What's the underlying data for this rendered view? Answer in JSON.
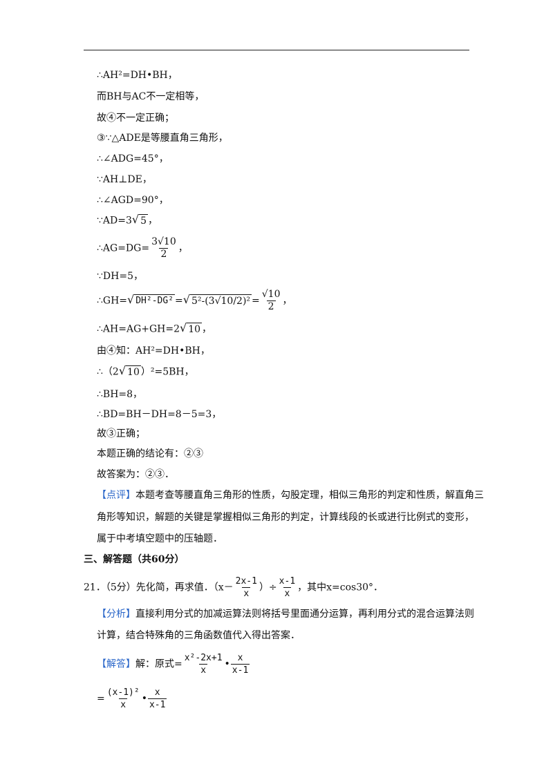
{
  "lines": {
    "l1": "∴AH²=DH•BH，",
    "l2": "而BH与AC不一定相等，",
    "l3_a": "故",
    "l3_c": "④",
    "l3_b": "不一定正确；",
    "l4_c": "③",
    "l4_b": "∵△ADE是等腰直角三角形，",
    "l5": "∴∠ADG=45°，",
    "l6": "∵AH⊥DE，",
    "l7": "∴∠AGD=90°，",
    "l8_a": "∵AD=3",
    "l8_r": "5",
    "l8_b": "，",
    "l9_a": "∴AG=DG=",
    "l9_num": "3√10",
    "l9_den": "2",
    "l9_b": "，",
    "l10": "∵DH=5，",
    "l11_a": "∴GH=",
    "l11_r1": "DH²-DG²",
    "l11_eq1": "=",
    "l11_r2": "5²-(3√10/2)²",
    "l11_eq2": "=",
    "l11_num": "√10",
    "l11_den": "2",
    "l11_b": "，",
    "l12_a": "∴AH=AG+GH=2",
    "l12_r": "10",
    "l12_b": "，",
    "l13_a": "由",
    "l13_c": "④",
    "l13_b": "知：AH²=DH•BH，",
    "l14_a": "∴（2",
    "l14_r": "10",
    "l14_b": "）²=5BH，",
    "l15": "∴BH=8，",
    "l16": "∴BD=BH－DH=8－5=3，",
    "l17_a": "故",
    "l17_c": "③",
    "l17_b": "正确；",
    "l18_a": "本题正确的结论有：",
    "l18_c1": "②",
    "l18_c2": "③",
    "l19_a": "故答案为：",
    "l19_c1": "②",
    "l19_c2": "③",
    "l19_b": "．",
    "comment_tag": "【点评】",
    "comment_1": "本题考查等腰直角三角形的性质，勾股定理，相似三角形的判定和性质，解直角三",
    "comment_2": "角形等知识，解题的关键是掌握相似三角形的判定，计算线段的长或进行比例式的变形，",
    "comment_3": "属于中考填空题中的压轴题．",
    "section": "三、解答题（共60分）",
    "q21_a": "21．（5分）先化简，再求值．（x－",
    "q21_n1": "2x-1",
    "q21_d1": "x",
    "q21_b": "）÷",
    "q21_n2": "x-1",
    "q21_d2": "x",
    "q21_c": "，其中x=cos30°．",
    "analysis_tag": "【分析】",
    "analysis_1": "直接利用分式的加减运算法则将括号里面通分运算，再利用分式的混合运算法则",
    "analysis_2": "计算，结合特殊角的三角函数值代入得出答案．",
    "answer_tag": "【解答】",
    "answer_a": "解：原式=",
    "answer_n1": "x²-2x+1",
    "answer_d1": "x",
    "answer_dot": "•",
    "answer_n2": "x",
    "answer_d2": "x-1",
    "step_eq": "=",
    "step_n1": "(x-1)²",
    "step_d1": "x",
    "step_dot": "•",
    "step_n2": "x",
    "step_d2": "x-1"
  },
  "colors": {
    "tag": "#2a66c9"
  }
}
